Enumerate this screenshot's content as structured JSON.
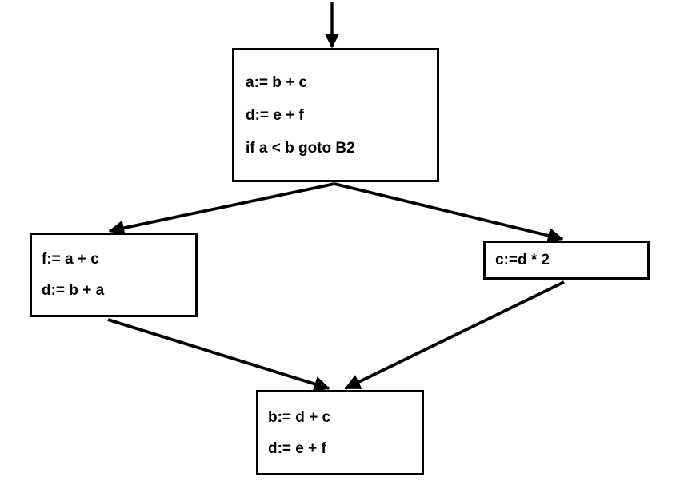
{
  "diagram": {
    "type": "control-flow-graph",
    "title": "",
    "background_color": "#ffffff",
    "line_color": "#000000",
    "text_color": "#000000"
  },
  "blocks": [
    {
      "id": "B1",
      "name": "entry-block",
      "statements": [
        "a:= b + c",
        "d:= e + f",
        "if a < b goto B2"
      ]
    },
    {
      "id": "B2",
      "name": "left-block",
      "statements": [
        "f:= a + c",
        "d:= b + a"
      ]
    },
    {
      "id": "B3",
      "name": "right-block",
      "statements": [
        "c:=d * 2"
      ]
    },
    {
      "id": "B4",
      "name": "join-block",
      "statements": [
        "b:= d + c",
        "d:= e + f"
      ]
    }
  ],
  "edges": [
    {
      "from": "entry",
      "to": "B1",
      "label": ""
    },
    {
      "from": "B1",
      "to": "B2",
      "label": ""
    },
    {
      "from": "B1",
      "to": "B3",
      "label": ""
    },
    {
      "from": "B2",
      "to": "B4",
      "label": ""
    },
    {
      "from": "B3",
      "to": "B4",
      "label": ""
    }
  ]
}
